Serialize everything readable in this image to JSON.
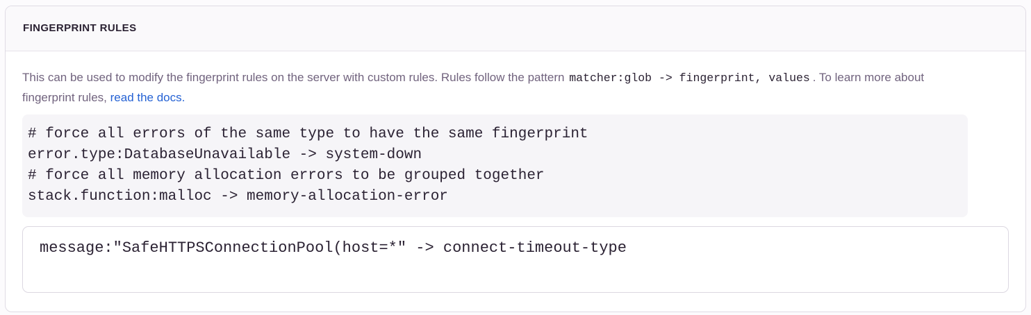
{
  "panel": {
    "title": "FINGERPRINT RULES"
  },
  "description": {
    "text_start": "This can be used to modify the fingerprint rules on the server with custom rules. Rules follow the pattern",
    "pattern_code": "matcher:glob -> fingerprint, values",
    "text_middle": ". To learn more about fingerprint rules,",
    "link_label": "read the docs."
  },
  "example": {
    "lines": [
      "# force all errors of the same type to have the same fingerprint",
      "error.type:DatabaseUnavailable -> system-down",
      "# force all memory allocation errors to be grouped together",
      "stack.function:malloc -> memory-allocation-error"
    ]
  },
  "editor": {
    "value": "message:\"SafeHTTPSConnectionPool(host=*\" -> connect-timeout-type"
  },
  "colors": {
    "link_blue": "#2562d4",
    "heading_text": "#2b2233",
    "body_text": "#71637e",
    "card_border": "#e0dce5",
    "header_bg": "#faf9fb",
    "code_block_bg": "#f6f5f8"
  }
}
